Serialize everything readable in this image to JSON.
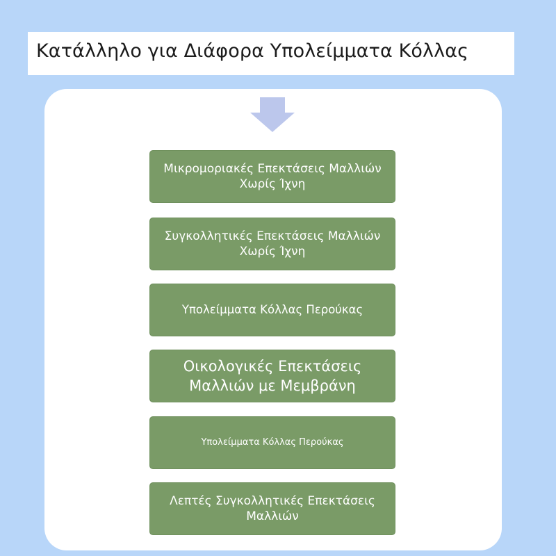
{
  "title": "Κατάλληλο για Διάφορα Υπολείμματα Κόλλας",
  "boxes": [
    {
      "label": "Μικρομοριακές Επεκτάσεις Μαλλιών Χωρίς Ίχνη"
    },
    {
      "label": "Συγκολλητικές Επεκτάσεις Μαλλιών Χωρίς Ίχνη"
    },
    {
      "label": "Υπολείμματα Κόλλας Περούκας"
    },
    {
      "label": "Οικολογικές Επεκτάσεις Μαλλιών με Μεμβράνη"
    },
    {
      "label": "Υπολείμματα Κόλλας Περούκας"
    },
    {
      "label": "Λεπτές Συγκολλητικές Επεκτάσεις Μαλλιών"
    }
  ],
  "colors": {
    "background": "#b8d6f9",
    "card": "#ffffff",
    "box_fill": "#7a9b67",
    "box_text": "#ffffff",
    "arrow": "#bcc7ec",
    "title_text": "#1b1b1b"
  },
  "icons": {
    "arrow": "down-arrow-icon"
  }
}
